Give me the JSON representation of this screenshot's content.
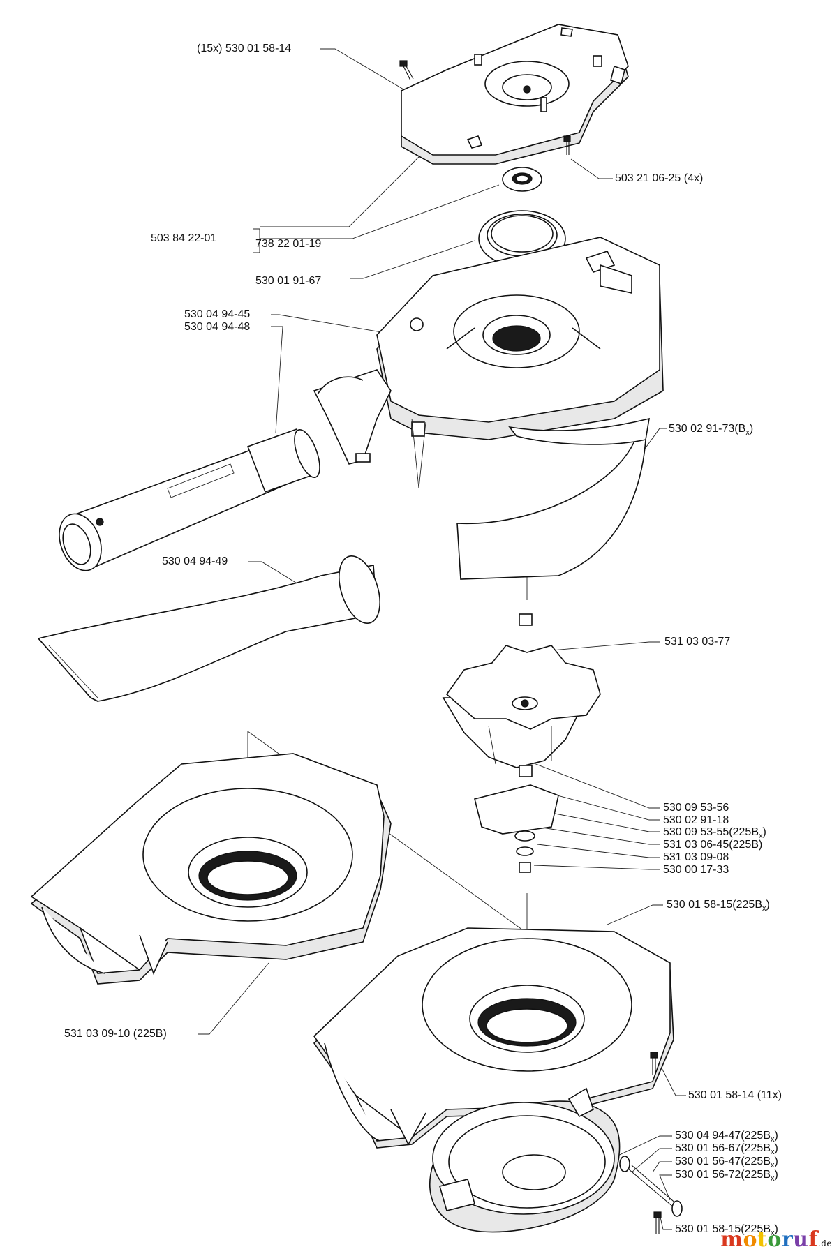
{
  "labels": {
    "part_530_01_58_14_15x": "(15x) 530 01 58-14",
    "part_503_21_06_25": "503 21 06-25 (4x)",
    "part_503_84_22_01": "503 84 22-01",
    "part_738_22_01_19": "738 22 01-19",
    "part_530_01_91_67": "530 01 91-67",
    "part_530_04_94_45": "530 04 94-45",
    "part_530_04_94_48": "530 04 94-48",
    "part_530_02_91_73": "530 02 91-73(B",
    "part_530_04_94_49": "530 04 94-49",
    "part_531_03_03_77": "531 03 03-77",
    "part_530_09_53_56": "530 09 53-56",
    "part_530_02_91_18": "530 02 91-18",
    "part_530_09_53_55": "530 09 53-55(225B",
    "part_531_03_06_45": "531 03 06-45(225B)",
    "part_531_03_09_08": "531 03 09-08",
    "part_530_00_17_33": "530 00 17-33",
    "part_530_01_58_15_housing": "530 01 58-15(225B",
    "part_531_03_09_10": "531 03 09-10 (225B)",
    "part_530_01_58_14_11x": "530 01 58-14 (11x)",
    "part_530_04_94_47": "530 04 94-47(225B",
    "part_530_01_56_67": "530 01 56-67(225B",
    "part_530_01_56_47": "530 01 56-47(225B",
    "part_530_01_56_72": "530 01 56-72(225B",
    "part_530_01_58_15_screw": "530 01 58-15(225B",
    "subscript_x": "x",
    "close_paren": ")"
  },
  "brand": {
    "name": "motoruf",
    "suffix": ".de"
  }
}
